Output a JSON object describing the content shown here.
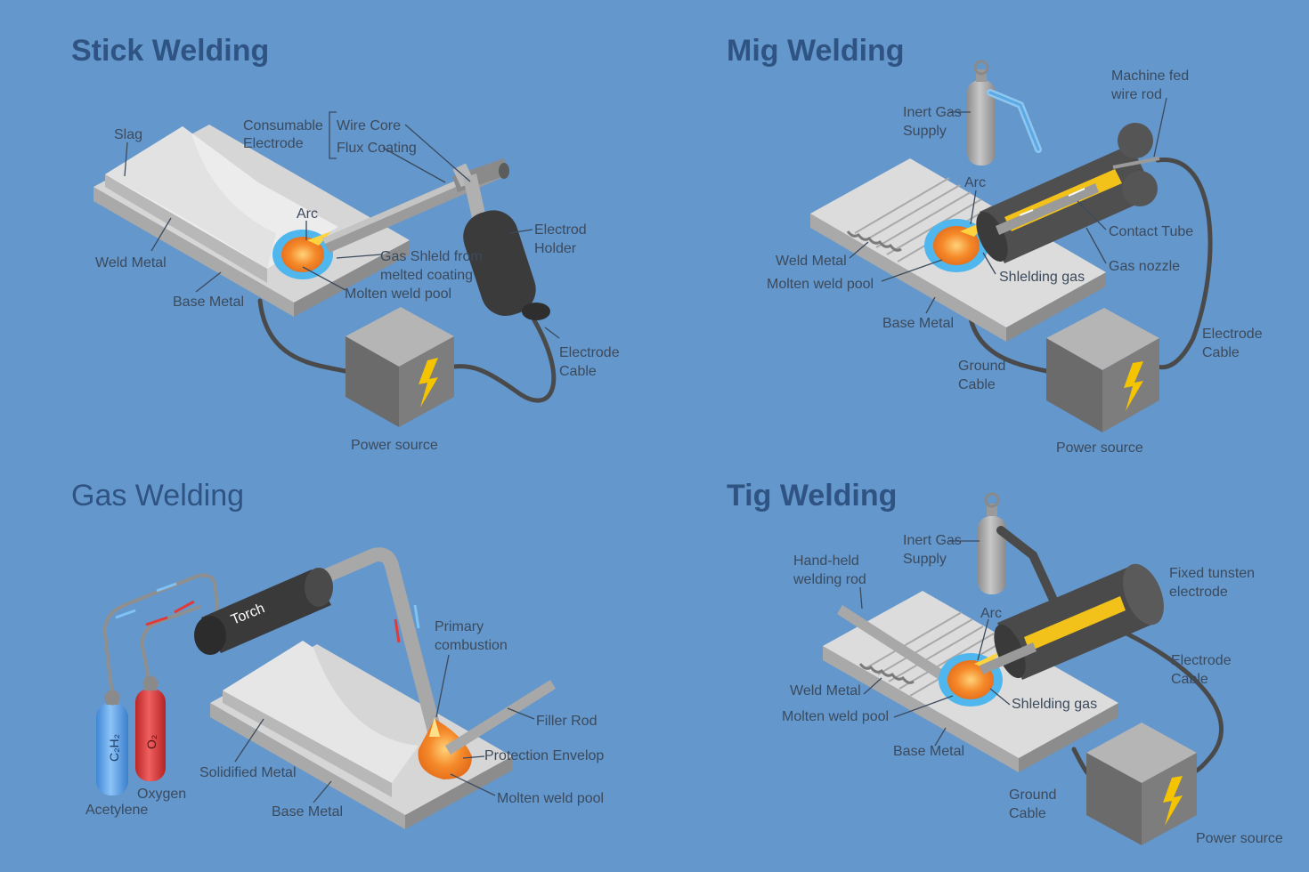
{
  "panels": {
    "stick": {
      "title": "Stick Welding",
      "labels": {
        "slag": "Slag",
        "consumable_1": "Consumable",
        "consumable_2": "Electrode",
        "wire_core": "Wire Core",
        "flux_coating": "Flux Coating",
        "arc": "Arc",
        "electrod_holder_1": "Electrod",
        "electrod_holder_2": "Holder",
        "weld_metal": "Weld Metal",
        "gas_shield_1": "Gas Shleld from",
        "gas_shield_2": "melted coating",
        "molten_pool": "Molten weld pool",
        "base_metal": "Base Metal",
        "electrode_cable_1": "Electrode",
        "electrode_cable_2": "Cable",
        "power_source": "Power source"
      }
    },
    "mig": {
      "title": "Mig Welding",
      "labels": {
        "inert_gas_1": "Inert Gas",
        "inert_gas_2": "Supply",
        "machine_fed_1": "Machine fed",
        "machine_fed_2": "wire rod",
        "arc": "Arc",
        "contact_tube": "Contact Tube",
        "weld_metal": "Weld Metal",
        "gas_nozzle": "Gas nozzle",
        "molten_pool": "Molten weld pool",
        "shielding_gas": "Shlelding gas",
        "base_metal": "Base Metal",
        "electrode_cable_1": "Electrode",
        "electrode_cable_2": "Cable",
        "ground_cable_1": "Ground",
        "ground_cable_2": "Cable",
        "power_source": "Power source"
      }
    },
    "gas": {
      "title": "Gas Welding",
      "labels": {
        "torch": "Torch",
        "primary_combustion_1": "Primary",
        "primary_combustion_2": "combustion",
        "filler_rod": "Filler Rod",
        "protection_envelop": "Protection Envelop",
        "solidified_metal": "Solidified Metal",
        "molten_pool": "Molten weld pool",
        "base_metal": "Base Metal",
        "oxygen": "Oxygen",
        "acetylene": "Acetylene",
        "c2h2": "C₂H₂",
        "o2": "O₂"
      }
    },
    "tig": {
      "title": "Tig Welding",
      "labels": {
        "inert_gas_1": "Inert Gas",
        "inert_gas_2": "Supply",
        "hand_held_1": "Hand-held",
        "hand_held_2": "welding rod",
        "fixed_tungsten_1": "Fixed tunsten",
        "fixed_tungsten_2": "electrode",
        "arc": "Arc",
        "electrode_cable_1": "Electrode",
        "electrode_cable_2": "Cable",
        "weld_metal": "Weld Metal",
        "shielding_gas": "Shlelding gas",
        "molten_pool": "Molten weld pool",
        "base_metal": "Base Metal",
        "ground_cable_1": "Ground",
        "ground_cable_2": "Cable",
        "power_source": "Power source"
      }
    }
  },
  "colors": {
    "background": "#6497cc",
    "title": "#2f5382",
    "label": "#3b4a5c",
    "molten": "#f07a1e",
    "shield": "#4fb6ee",
    "acetylene_tank": "#5aa3ef",
    "oxygen_tank": "#e03a3a",
    "lightning": "#f4c400"
  }
}
